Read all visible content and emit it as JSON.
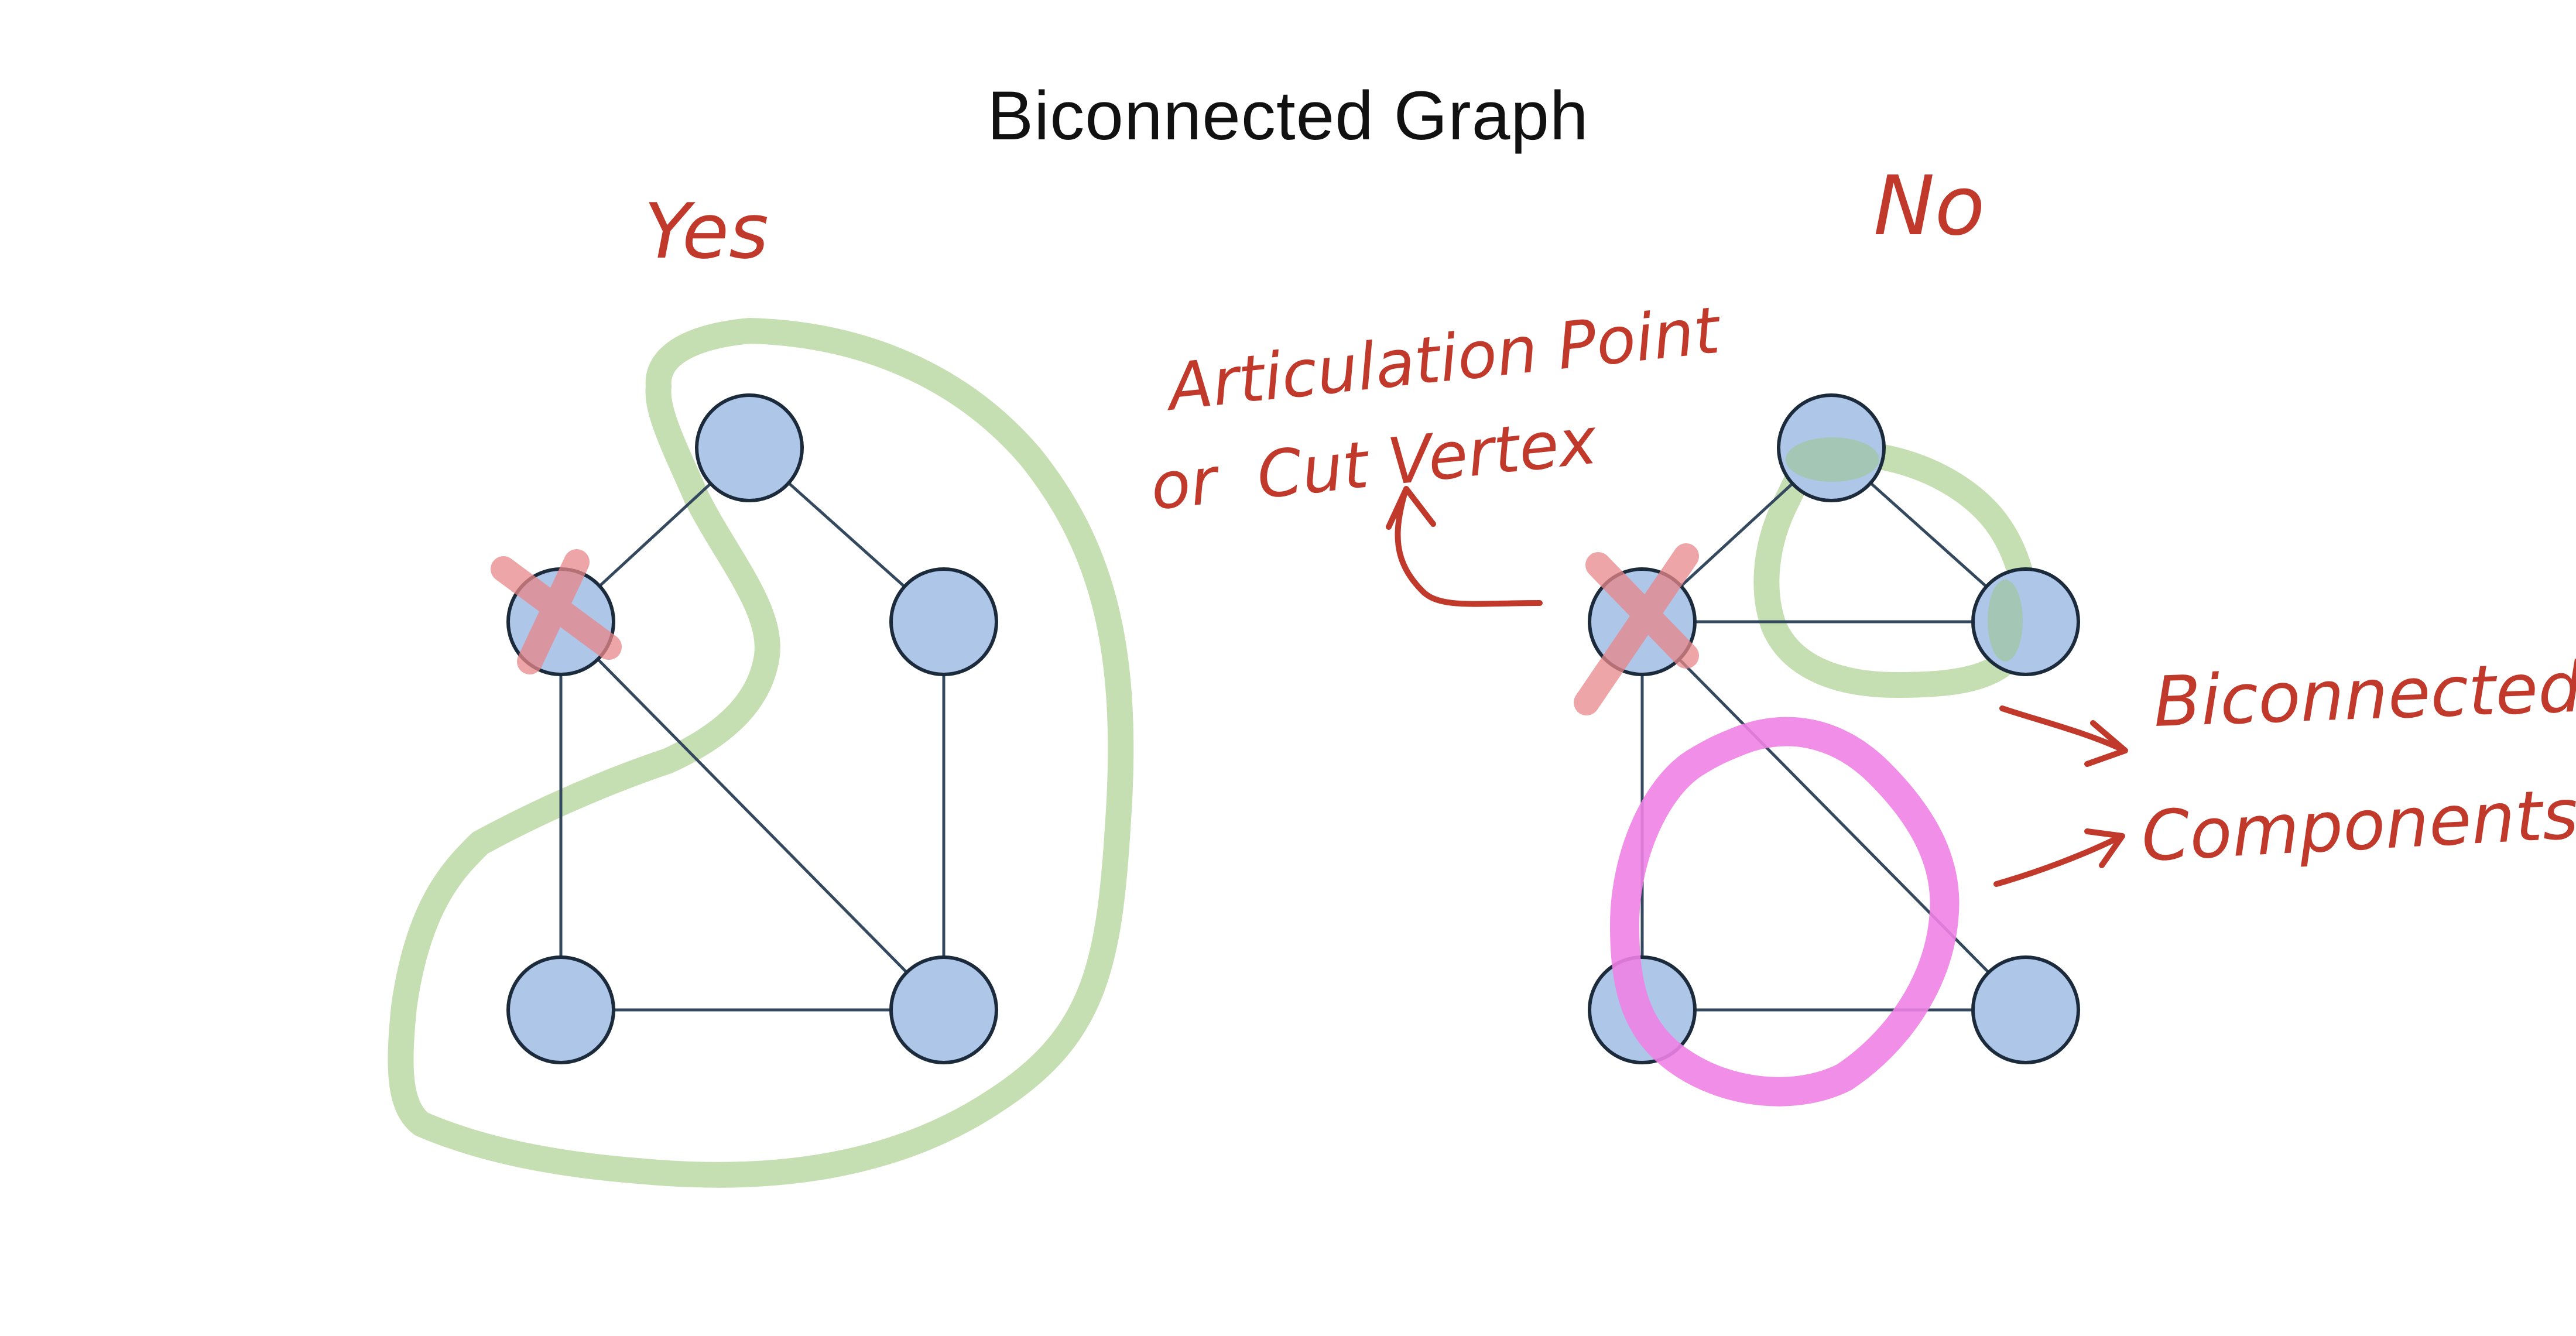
{
  "title": "Biconnected Graph",
  "annotations": {
    "yes": "Yes",
    "no": "No",
    "articulation_line1": "Articulation Point",
    "articulation_line2": "or  Cut Vertex",
    "biconnected": "Biconnected",
    "components": "Components"
  },
  "colors": {
    "node_fill": "#aec6e8",
    "node_stroke": "#1c2b3c",
    "edge": "#34495e",
    "ink_red": "#c0392b",
    "highlight_green": "#c5dfb2",
    "highlight_pink": "#ee82e6",
    "cross_mark": "#e8878a"
  },
  "graphs": [
    {
      "name": "yes-graph",
      "nodes": [
        "A",
        "B",
        "C",
        "D",
        "E"
      ],
      "edges": [
        [
          "A",
          "B"
        ],
        [
          "A",
          "C"
        ],
        [
          "B",
          "D"
        ],
        [
          "B",
          "E"
        ],
        [
          "C",
          "E"
        ],
        [
          "D",
          "E"
        ]
      ],
      "articulation_points": [],
      "biconnected_components": [
        [
          "A",
          "B",
          "C",
          "D",
          "E"
        ]
      ]
    },
    {
      "name": "no-graph",
      "nodes": [
        "F",
        "G",
        "H",
        "I",
        "J"
      ],
      "edges": [
        [
          "F",
          "G"
        ],
        [
          "F",
          "H"
        ],
        [
          "G",
          "H"
        ],
        [
          "G",
          "I"
        ],
        [
          "G",
          "J"
        ],
        [
          "I",
          "J"
        ]
      ],
      "articulation_points": [
        "G"
      ],
      "biconnected_components": [
        [
          "F",
          "G",
          "H"
        ],
        [
          "G",
          "I",
          "J"
        ]
      ]
    }
  ]
}
